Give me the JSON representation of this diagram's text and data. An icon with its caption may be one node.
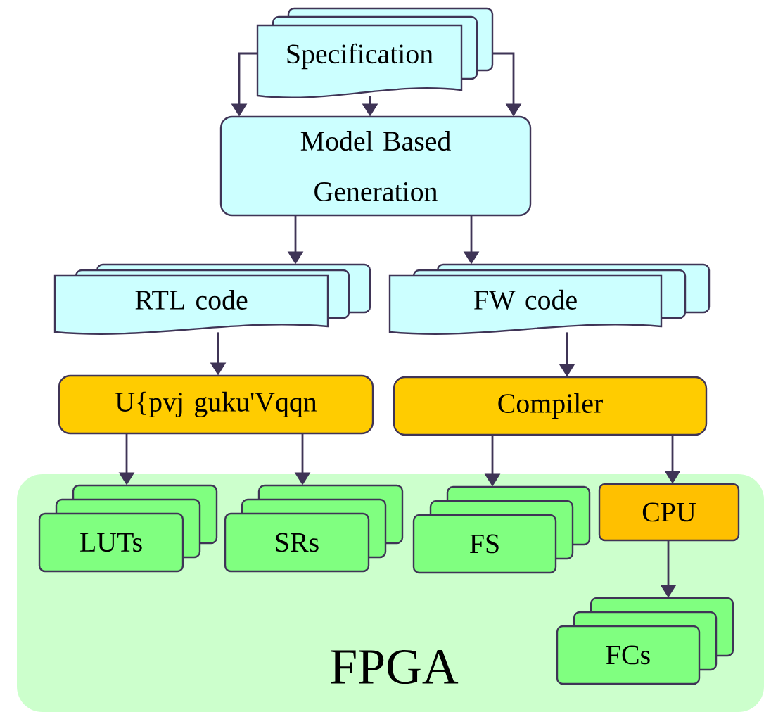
{
  "diagram": {
    "nodes": [
      {
        "text": [
          "Specification"
        ]
      },
      {
        "text": [
          "Model Based Generation"
        ]
      },
      {
        "text": [
          "RTL code"
        ]
      },
      {
        "text": [
          "FW code"
        ]
      },
      {
        "text": [
          "U{pvj guku'Vqqn"
        ]
      },
      {
        "text": [
          "Compiler"
        ]
      },
      {
        "text": [
          "FPGA"
        ]
      },
      {
        "text": [
          "LUTs"
        ],
        "in": 6
      },
      {
        "text": [
          "SRs"
        ],
        "in": 6
      },
      {
        "text": [
          "FS"
        ],
        "in": 6
      },
      {
        "text": [
          "CPU"
        ],
        "in": 6
      },
      {
        "text": [
          "FCs"
        ],
        "in": 6
      }
    ],
    "edges": [
      {
        "from": 0,
        "to": 1,
        "arrow": "to"
      },
      {
        "from": 0,
        "to": 1,
        "arrow": "to"
      },
      {
        "from": 0,
        "to": 1,
        "arrow": "to"
      },
      {
        "from": 1,
        "to": 2,
        "arrow": "to"
      },
      {
        "from": 1,
        "to": 3,
        "arrow": "to"
      },
      {
        "from": 2,
        "to": 4,
        "arrow": "to"
      },
      {
        "from": 3,
        "to": 5,
        "arrow": "to"
      },
      {
        "from": 4,
        "to": 7,
        "arrow": "to"
      },
      {
        "from": 4,
        "to": 8,
        "arrow": "to"
      },
      {
        "from": 5,
        "to": 9,
        "arrow": "to"
      },
      {
        "from": 5,
        "to": 10,
        "arrow": "to"
      },
      {
        "from": 10,
        "to": 11,
        "arrow": "to"
      }
    ]
  }
}
